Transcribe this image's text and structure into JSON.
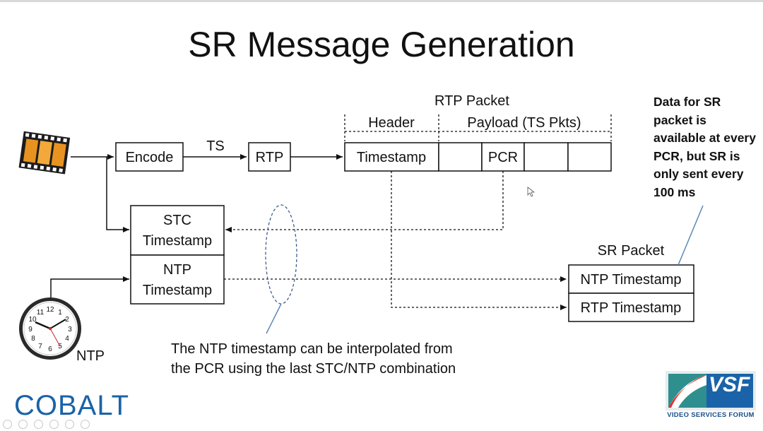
{
  "slide": {
    "title": "SR Message Generation",
    "note": "Data for SR packet is available at every PCR, but SR is only sent every 100 ms",
    "caption_line1": "The NTP timestamp can be interpolated from",
    "caption_line2": "the PCR using the last STC/NTP combination"
  },
  "diagram": {
    "encode": "Encode",
    "ts": "TS",
    "rtp": "RTP",
    "rtp_packet": "RTP Packet",
    "header": "Header",
    "payload": "Payload (TS Pkts)",
    "timestamp": "Timestamp",
    "pcr": "PCR",
    "stc_line1": "STC",
    "stc_line2": "Timestamp",
    "ntp_line1": "NTP",
    "ntp_line2": "Timestamp",
    "ntp_label": "NTP",
    "sr_packet": "SR Packet",
    "ntp_timestamp": "NTP Timestamp",
    "rtp_timestamp": "RTP Timestamp"
  },
  "logos": {
    "cobalt": "COBALT",
    "vsf": "VSF",
    "vsf_tagline": "VIDEO SERVICES FORUM"
  },
  "colors": {
    "cobalt_blue": "#1a63a8",
    "vsf_red": "#e0312b",
    "vsf_blue": "#1a63a8",
    "vsf_teal": "#2f8f8f",
    "film_orange": "#e8931f",
    "annotation_line": "#5b86b5"
  }
}
